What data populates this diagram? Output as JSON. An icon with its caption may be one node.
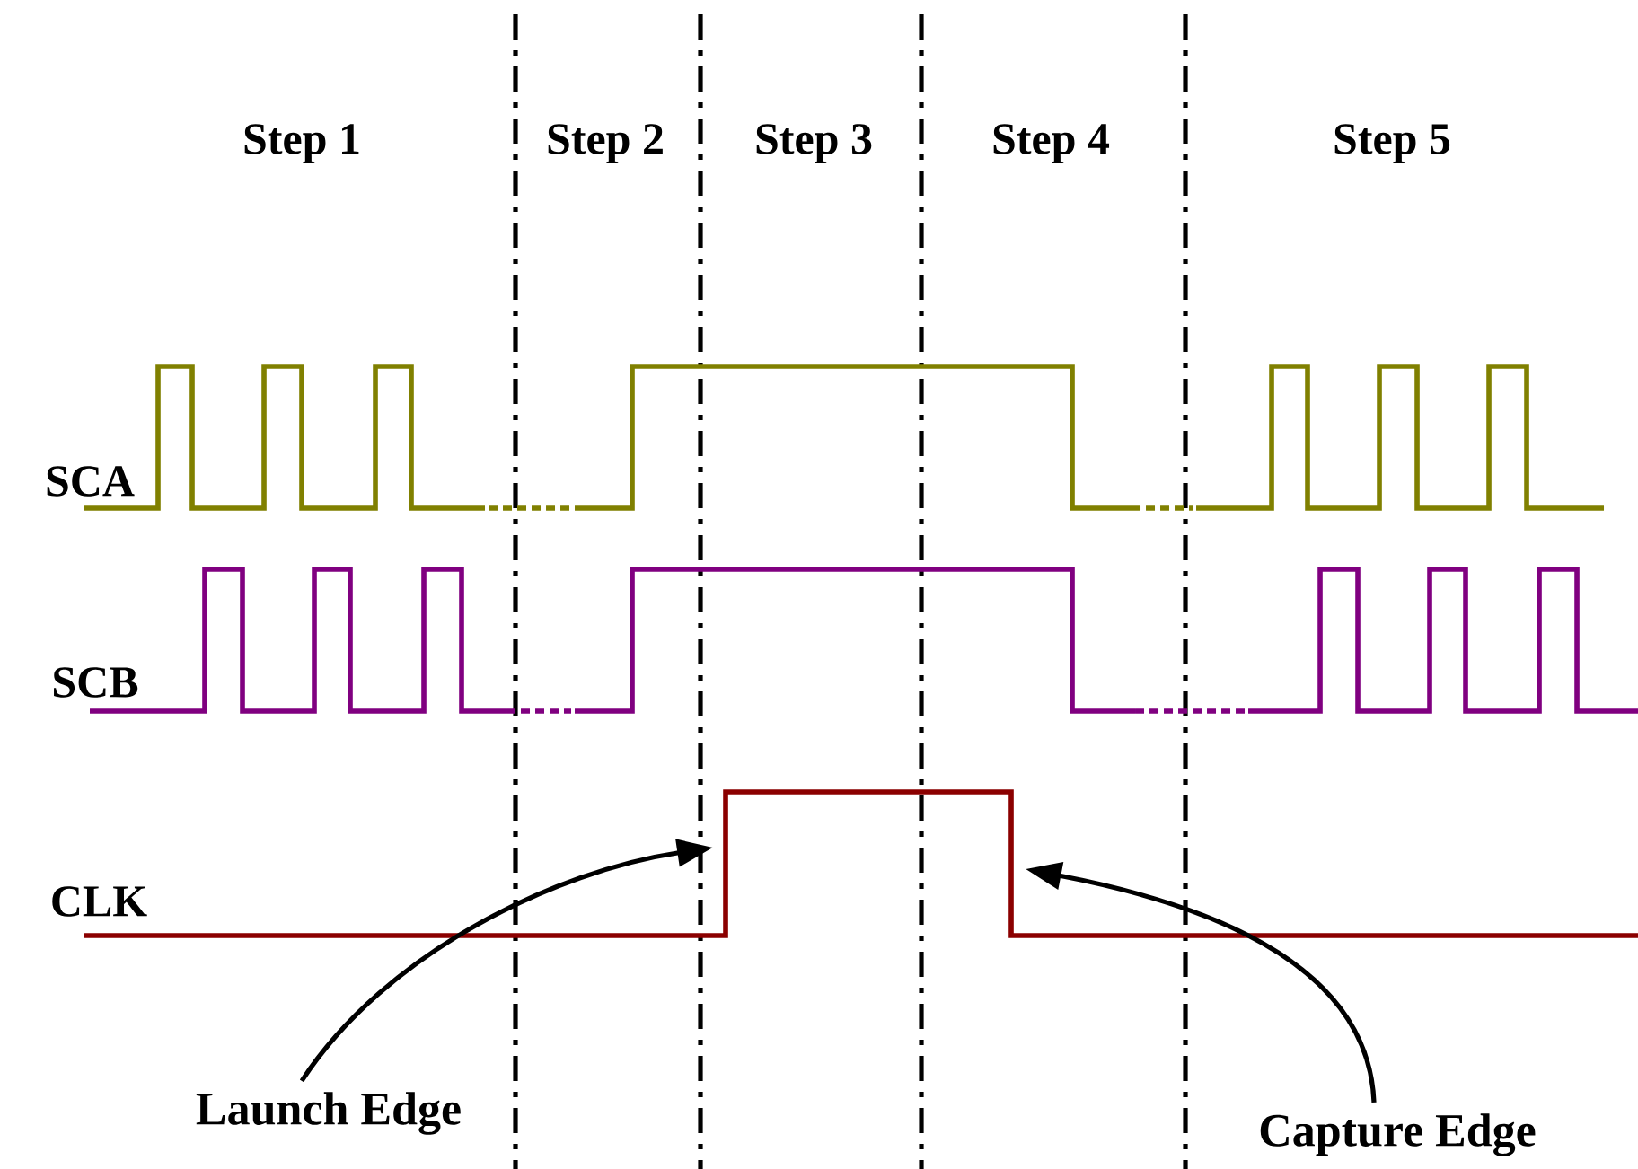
{
  "diagram": {
    "nodes": [
      {
        "text": [
          "Launch Edge"
        ]
      },
      {
        "text": [
          "Capture Edge"
        ]
      }
    ],
    "edges": [
      {
        "from": 0,
        "to": null,
        "arrow": "to"
      },
      {
        "from": 1,
        "to": null,
        "arrow": "to"
      }
    ],
    "labels": [
      "Step 1",
      "Step 2",
      "Step 3",
      "Step 4",
      "Step 5",
      "SCA",
      "SCB",
      "CLK"
    ]
  }
}
